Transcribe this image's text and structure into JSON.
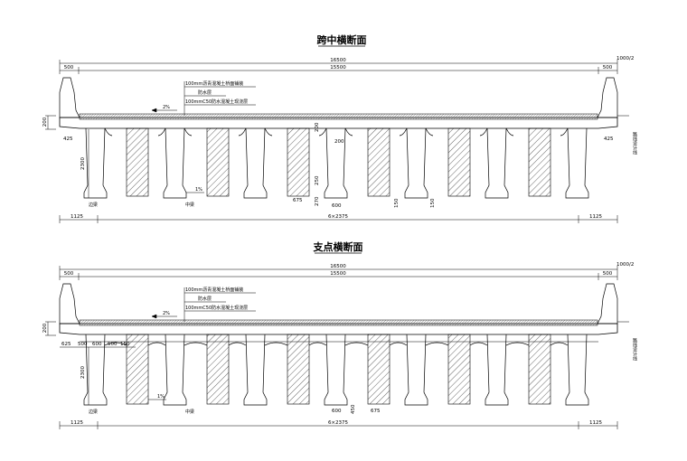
{
  "sections": [
    {
      "title": "跨中横断面",
      "overall_width": "16500",
      "inner_width": "15500",
      "left_edge": "500",
      "right_edge": "500",
      "slope_ratio": "1000/2",
      "deck_height": "200",
      "girder_height": "2300",
      "overhang_left": "425",
      "overhang_right": "425",
      "bottom_left": "1125",
      "bottom_span": "6×2375",
      "bottom_right": "1125",
      "layer_asphalt": "100mm沥青混凝土桥面铺装",
      "layer_waterproof": "防水层",
      "layer_concrete": "100mmC50防水混凝土现浇层",
      "cross_slope": "2%",
      "side_beam": "边梁",
      "mid_beam": "中梁",
      "slope_1pct": "1%",
      "centerline": "路线设计线",
      "d_600": "600",
      "d_675": "675",
      "d_200a": "200",
      "d_200b": "200",
      "d_250": "250",
      "d_270": "270",
      "d_150a": "150",
      "d_150b": "150"
    },
    {
      "title": "支点横断面",
      "overall_width": "16500",
      "inner_width": "15500",
      "left_edge": "500",
      "right_edge": "500",
      "slope_ratio": "1000/2",
      "deck_height": "200",
      "girder_height": "2300",
      "overhang_left": "625",
      "dim_500a": "500",
      "dim_600": "600",
      "dim_500b": "500",
      "dim_150": "150",
      "bottom_left": "1125",
      "bottom_span": "6×2375",
      "bottom_right": "1125",
      "layer_asphalt": "100mm沥青混凝土桥面铺装",
      "layer_waterproof": "防水层",
      "layer_concrete": "100mmC50防水混凝土现浇层",
      "cross_slope": "2%",
      "side_beam": "边梁",
      "mid_beam": "中梁",
      "slope_1pct": "1%",
      "centerline": "路线设计线",
      "d_600": "600",
      "d_675": "675",
      "d_450": "450"
    }
  ]
}
